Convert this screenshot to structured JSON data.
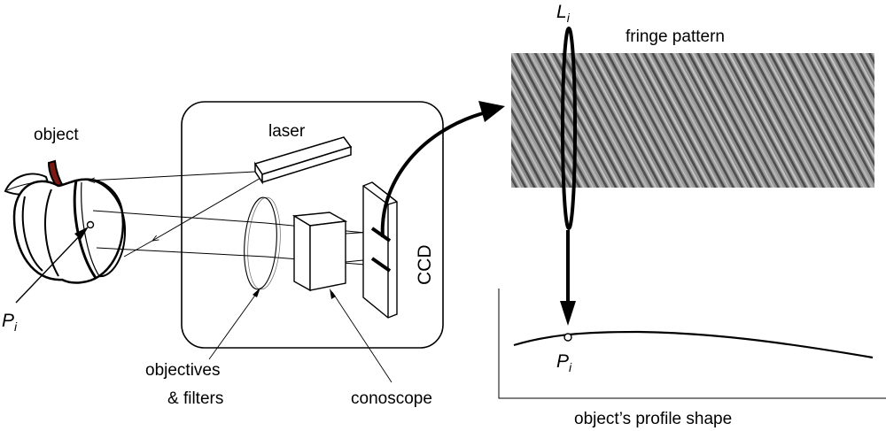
{
  "labels": {
    "object": "object",
    "laser": "laser",
    "ccd": "CCD",
    "fringe_pattern": "fringe pattern",
    "objectives": "objectives",
    "filters": "& filters",
    "conoscope": "conoscope",
    "profile": "object’s profile shape",
    "point_letter": "P",
    "point_sub": "i",
    "line_letter": "L",
    "line_sub": "i"
  },
  "colors": {
    "stroke": "#000000",
    "stem": "#7a1a12",
    "fringe_bg": "#9a9a9a",
    "fringe_dark": "#4a4a4a",
    "fringe_light": "#c8c8c8"
  }
}
